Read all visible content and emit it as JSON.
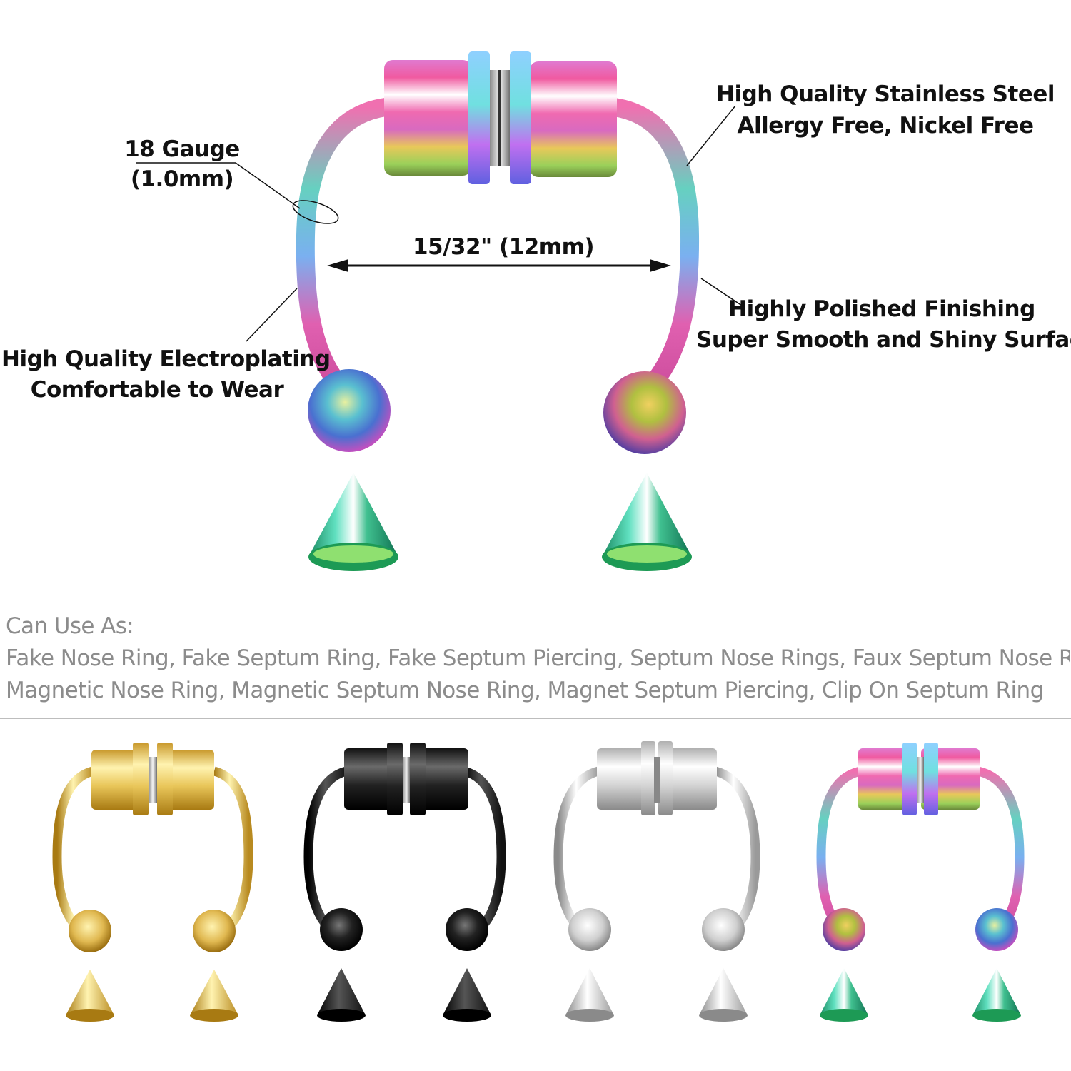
{
  "callouts": {
    "gauge": {
      "line1": "18 Gauge",
      "line2": "(1.0mm)"
    },
    "steel": {
      "line1": "High Quality Stainless Steel",
      "line2": "Allergy Free, Nickel Free"
    },
    "width": {
      "text": "15/32\" (12mm)"
    },
    "polish": {
      "line1": "Highly Polished Finishing",
      "line2": "Super Smooth and Shiny Surface"
    },
    "plating": {
      "line1": "High Quality Electroplating",
      "line2": "Comfortable to Wear"
    }
  },
  "uses": {
    "heading": "Can Use As:",
    "line1": "Fake Nose Ring, Fake Septum Ring, Fake Septum Piercing, Septum Nose Rings, Faux Septum Nose Ring,",
    "line2": "Magnetic Nose Ring, Magnetic Septum Nose Ring, Magnet Septum Piercing, Clip On Septum Ring"
  },
  "variants": [
    {
      "name": "gold",
      "light": "#fff3b0",
      "mid": "#e9c65a",
      "dark": "#a87a12"
    },
    {
      "name": "black",
      "light": "#6a6a6a",
      "mid": "#222222",
      "dark": "#000000"
    },
    {
      "name": "silver",
      "light": "#ffffff",
      "mid": "#d4d4d4",
      "dark": "#8a8a8a"
    },
    {
      "name": "rainbow",
      "light": "#7fe0ff",
      "mid": "#e05aa8",
      "dark": "#6a8a2a"
    }
  ]
}
